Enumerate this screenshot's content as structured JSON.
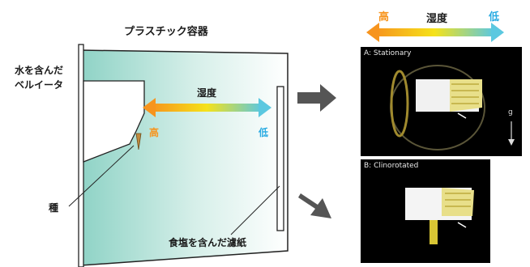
{
  "container": {
    "title": "プラスチック容器",
    "belt_label_line1": "水を含んだ",
    "belt_label_line2": "ベルイータ",
    "humidity_label": "湿度",
    "high_label": "高",
    "low_label": "低",
    "seed_label": "種",
    "filter_label": "食塩を含んだ濾紙"
  },
  "legend": {
    "high_label": "高",
    "humidity_label": "湿度",
    "low_label": "低",
    "high_color": "#f7941d",
    "low_color": "#5bc8e0"
  },
  "photos": {
    "a_label": "A: Stationary",
    "b_label": "B: Clinorotated",
    "gravity_label": "g"
  }
}
